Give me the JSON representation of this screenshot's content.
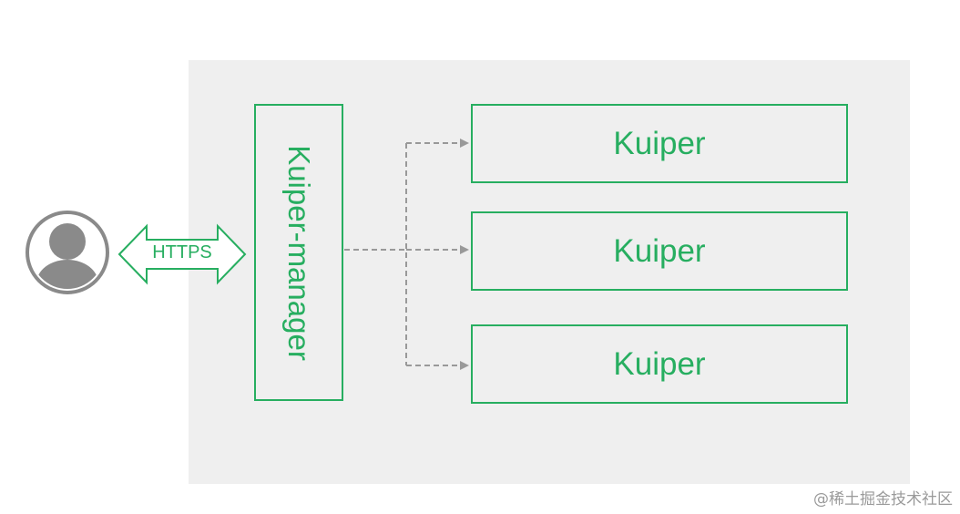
{
  "user": {
    "icon": "user-avatar-icon"
  },
  "connection": {
    "label": "HTTPS",
    "icon": "double-arrow-icon"
  },
  "manager": {
    "label": "Kuiper-manager"
  },
  "instances": [
    {
      "label": "Kuiper"
    },
    {
      "label": "Kuiper"
    },
    {
      "label": "Kuiper"
    }
  ],
  "watermark": "@稀土掘金技术社区",
  "colors": {
    "accent": "#27ae60",
    "panel": "#efefef",
    "connector": "#999999",
    "avatar": "#8a8a8a"
  }
}
